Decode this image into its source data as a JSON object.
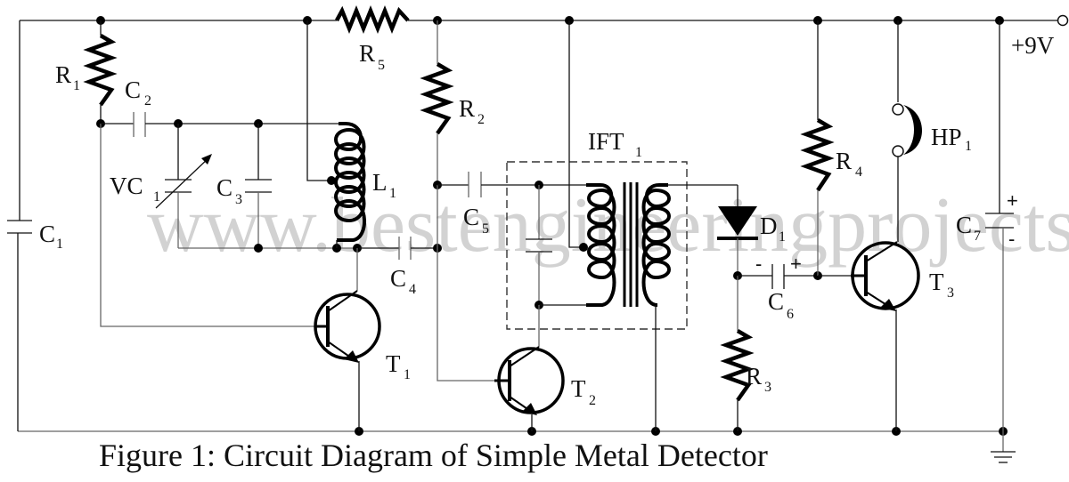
{
  "diagram": {
    "type": "circuit-schematic",
    "caption": "Figure 1: Circuit Diagram of Simple Metal Detector",
    "watermark": "www.bestengineeringprojects.com",
    "supply_label": "+9V",
    "components": {
      "R1": {
        "letter": "R",
        "index": "1",
        "kind": "resistor"
      },
      "R2": {
        "letter": "R",
        "index": "2",
        "kind": "resistor"
      },
      "R3": {
        "letter": "R",
        "index": "3",
        "kind": "resistor"
      },
      "R4": {
        "letter": "R",
        "index": "4",
        "kind": "resistor"
      },
      "R5": {
        "letter": "R",
        "index": "5",
        "kind": "resistor"
      },
      "C1": {
        "letter": "C",
        "index": "1",
        "kind": "capacitor"
      },
      "C2": {
        "letter": "C",
        "index": "2",
        "kind": "capacitor"
      },
      "C3": {
        "letter": "C",
        "index": "3",
        "kind": "capacitor"
      },
      "C4": {
        "letter": "C",
        "index": "4",
        "kind": "capacitor"
      },
      "C5": {
        "letter": "C",
        "index": "5",
        "kind": "capacitor"
      },
      "C6": {
        "letter": "C",
        "index": "6",
        "kind": "electrolytic-capacitor",
        "plus": "+",
        "minus": "-"
      },
      "C7": {
        "letter": "C",
        "index": "7",
        "kind": "electrolytic-capacitor",
        "plus": "+",
        "minus": "-"
      },
      "VC1": {
        "letter": "VC",
        "index": "1",
        "kind": "variable-capacitor"
      },
      "L1": {
        "letter": "L",
        "index": "1",
        "kind": "inductor"
      },
      "IFT1": {
        "letter": "IFT",
        "index": "1",
        "kind": "if-transformer"
      },
      "D1": {
        "letter": "D",
        "index": "1",
        "kind": "diode"
      },
      "T1": {
        "letter": "T",
        "index": "1",
        "kind": "npn-transistor"
      },
      "T2": {
        "letter": "T",
        "index": "2",
        "kind": "npn-transistor"
      },
      "T3": {
        "letter": "T",
        "index": "3",
        "kind": "npn-transistor"
      },
      "HP1": {
        "letter": "HP",
        "index": "1",
        "kind": "headphone"
      }
    },
    "colors": {
      "ink": "#000000",
      "watermark": "#c8c8c8",
      "background": "#ffffff"
    }
  }
}
